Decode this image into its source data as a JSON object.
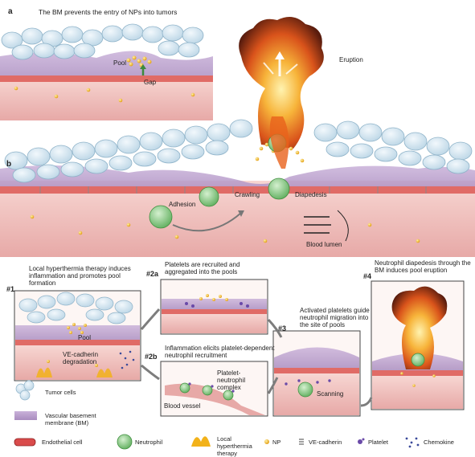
{
  "panels": {
    "a": {
      "letter": "a",
      "title": "The BM prevents the entry of NPs into tumors",
      "pool": "Pool",
      "gap": "Gap",
      "eruption": "Eruption"
    },
    "b": {
      "letter": "b",
      "adhesion": "Adhesion",
      "crawling": "Crawling",
      "diapedesis": "Diapedesis",
      "blood_lumen": "Blood lumen"
    }
  },
  "steps": {
    "s1": {
      "label": "#1",
      "text": "Local hyperthermia therapy induces inflammation and promotes pool formation",
      "pool": "Pool",
      "vecad": "VE-cadherin degradation"
    },
    "s2a": {
      "label": "#2a",
      "text": "Platelets are recruited and aggregated into the pools"
    },
    "s2b": {
      "label": "#2b",
      "text": "Inflammation elicits platelet-dependent neutrophil recruitment",
      "complex": "Platelet-neutrophil complex",
      "vessel": "Blood vessel"
    },
    "s3": {
      "label": "#3",
      "text": "Activated platelets guide neutrophil migration into the site of pools",
      "scanning": "Scanning"
    },
    "s4": {
      "label": "#4",
      "text": "Neutrophil diapedesis through the BM induces pool eruption"
    }
  },
  "legend": {
    "tumor": "Tumor cells",
    "bm": "Vascular basement membrane (BM)",
    "endo": "Endothelial cell",
    "neutrophil": "Neutrophil",
    "lht": "Local hyperthermia therapy",
    "np": "NP",
    "vecad": "VE-cadherin",
    "platelet": "Platelet",
    "chemokine": "Chemokine"
  },
  "colors": {
    "tumor": "#cfe3ef",
    "tumor_edge": "#8fb3c9",
    "bm": "#b79ac9",
    "vessel": "#f2c3c3",
    "endo": "#d94b4b",
    "neutrophil": "#7cc479",
    "np": "#f2b21a",
    "fire": "#e8621c",
    "chemokine": "#3a4a9a",
    "platelet": "#6a4aa8"
  }
}
